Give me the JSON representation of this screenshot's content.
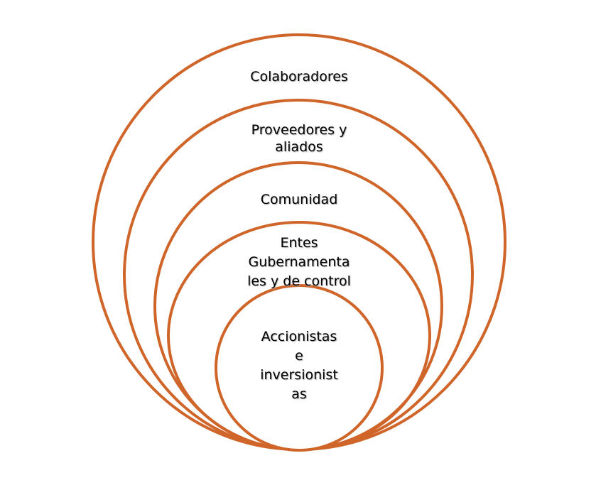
{
  "accent_color": "#d0652a",
  "rings": [
    {
      "lines": [
        "Colaboradores"
      ]
    },
    {
      "lines": [
        "Proveedores y",
        "aliados"
      ]
    },
    {
      "lines": [
        "Comunidad"
      ]
    },
    {
      "lines": [
        "Entes",
        "Gubernamenta",
        "les y de control"
      ]
    },
    {
      "lines": [
        "Accionistas",
        "e",
        "inversionist",
        "as"
      ]
    }
  ]
}
